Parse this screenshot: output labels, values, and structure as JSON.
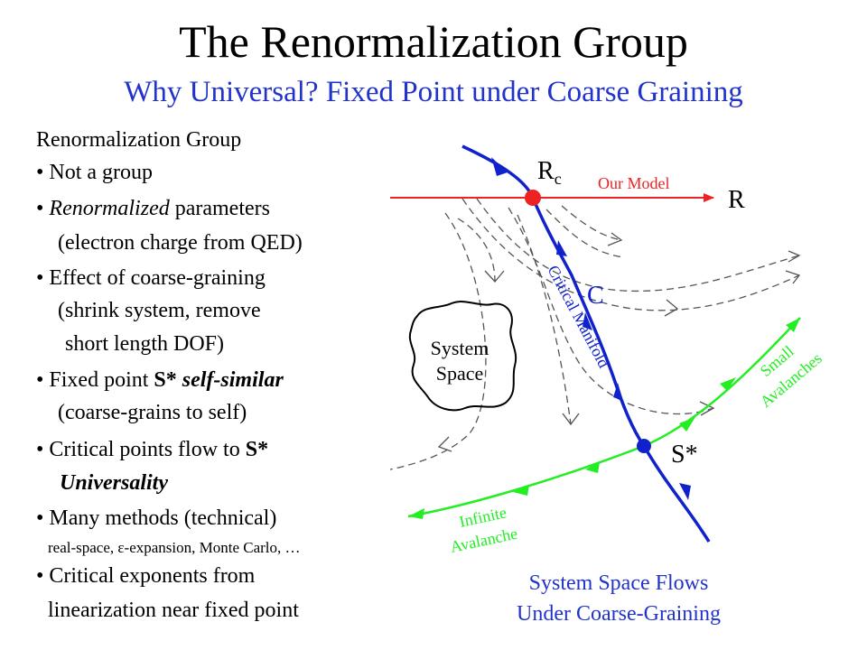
{
  "slide": {
    "title": "The Renormalization Group",
    "subtitle": "Why Universal? Fixed Point under Coarse Graining"
  },
  "bullets": {
    "heading": "Renormalization Group",
    "b1": "Not a group",
    "b2_em": "Renormalized",
    "b2_rest": " parameters",
    "b2_sub": "(electron charge from QED)",
    "b3": "Effect of coarse-graining",
    "b3_sub1": "(shrink system, remove",
    "b3_sub2": "short length DOF)",
    "b4_pre": "Fixed point ",
    "b4_bold": "S*",
    "b4_em": " self-similar",
    "b4_sub": "(coarse-grains to self)",
    "b5_pre": "Critical points flow to ",
    "b5_bold": "S*",
    "b5_sub": "Universality",
    "b6": "Many methods (technical)",
    "b6_sub": "real-space, ε-expansion, Monte Carlo, …",
    "b7": "Critical exponents from",
    "b7_sub": "linearization near fixed point",
    "bullet_char": "•"
  },
  "diagram": {
    "rc_label": "R",
    "rc_sub": "c",
    "model_label": "Our Model",
    "r_label": "R",
    "c_label": "C",
    "manifold_label": "Critical Manifold",
    "space_line1": "System",
    "space_line2": "Space",
    "sstar_label": "S*",
    "small_line1": "Small",
    "small_line2": "Avalanches",
    "inf_line1": "Infinite",
    "inf_line2": "Avalanche",
    "colors": {
      "red": "#ee2222",
      "blue": "#1122cc",
      "green": "#22ee22",
      "gray": "#555555",
      "subtitle": "#2233cc"
    }
  },
  "caption": {
    "line1": "System Space Flows",
    "line2": "Under Coarse-Graining"
  }
}
